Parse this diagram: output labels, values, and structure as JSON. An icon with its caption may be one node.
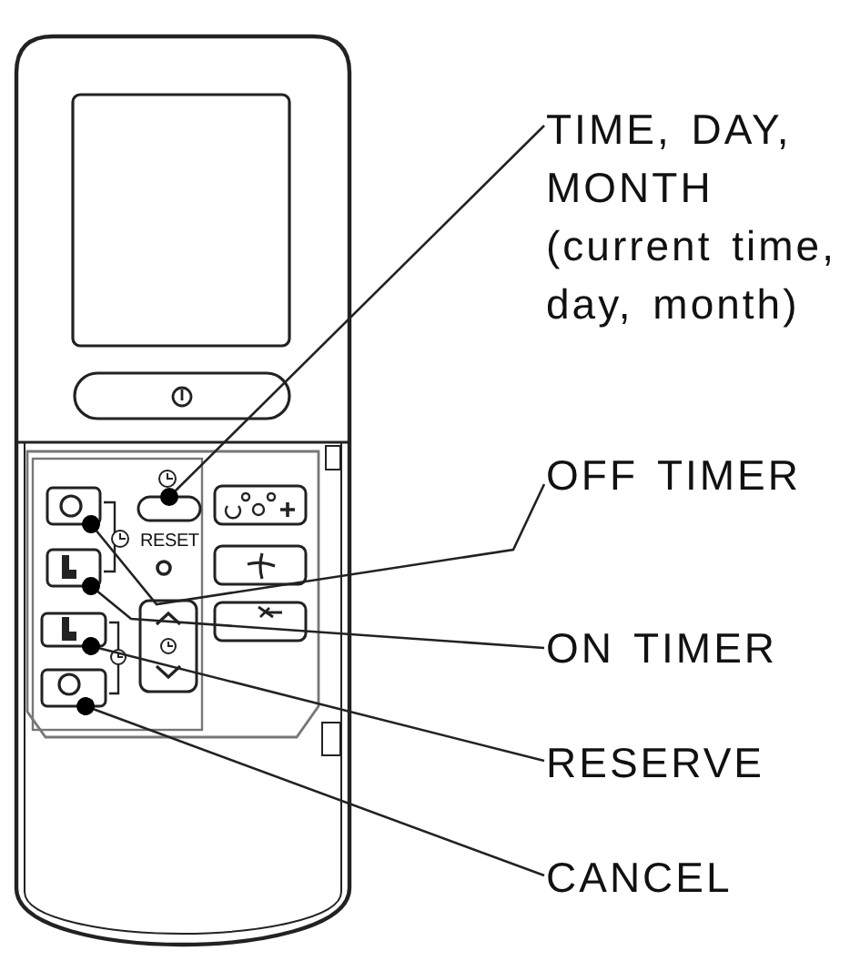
{
  "diagram": {
    "nodes": [
      {
        "text": [
          "TIME, DAY, MONTH",
          "(current time, day, month)"
        ]
      },
      {
        "text": [
          "OFF TIMER"
        ]
      },
      {
        "text": [
          "ON TIMER"
        ]
      },
      {
        "text": [
          "RESERVE"
        ]
      },
      {
        "text": [
          "CANCEL"
        ]
      },
      {
        "text": [],
        "shape": "oval"
      },
      {
        "text": [],
        "shape": "box"
      },
      {
        "text": [],
        "shape": "box"
      },
      {
        "text": [],
        "shape": "box"
      },
      {
        "text": [],
        "shape": "box"
      }
    ],
    "edges": [
      {
        "from": 0,
        "to": 5,
        "arrow": "other"
      },
      {
        "from": 1,
        "to": 6,
        "arrow": "other"
      },
      {
        "from": 2,
        "to": 7,
        "arrow": "other"
      },
      {
        "from": 3,
        "to": 8,
        "arrow": "other"
      },
      {
        "from": 4,
        "to": 9,
        "arrow": "other"
      }
    ],
    "labels": [
      "RESET"
    ]
  }
}
